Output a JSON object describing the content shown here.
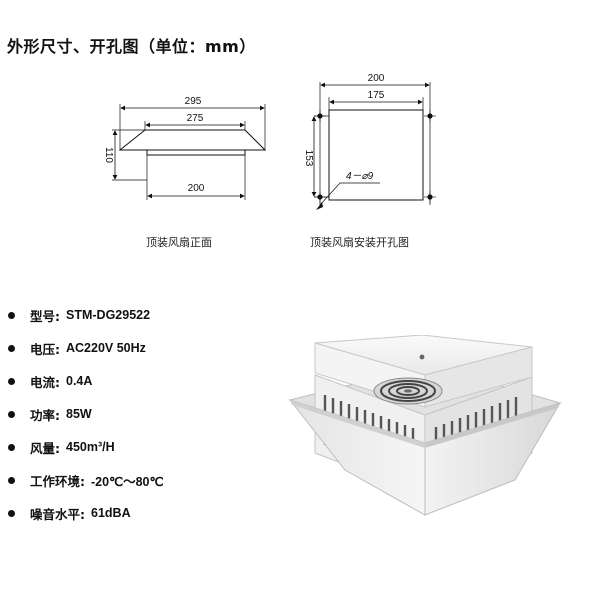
{
  "title": "外形尺寸、开孔图（单位：mm）",
  "front_view": {
    "dim_top_outer": "295",
    "dim_top_inner": "275",
    "dim_height": "110",
    "dim_bottom": "200",
    "caption": "顶装风扇正面"
  },
  "cutout_view": {
    "dim_outer": "200",
    "dim_inner": "175",
    "dim_height": "153",
    "hole_note": "4－⌀9",
    "caption": "顶装风扇安装开孔图"
  },
  "specs": [
    {
      "label": "型号:",
      "value": "STM-DG29522"
    },
    {
      "label": "电压:",
      "value": "AC220V 50Hz"
    },
    {
      "label": "电流:",
      "value": "0.4A"
    },
    {
      "label": "功率:",
      "value": "85W"
    },
    {
      "label": "风量:",
      "value": "450m³/H"
    },
    {
      "label": "工作环境:",
      "value": "-20℃～80℃"
    },
    {
      "label": "噪音水平:",
      "value": "61dBA"
    }
  ]
}
